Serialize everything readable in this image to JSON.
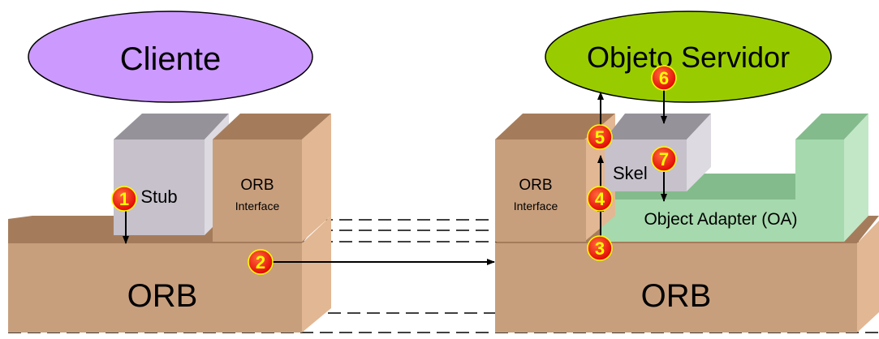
{
  "labels": {
    "client": "Cliente",
    "server": "Objeto Servidor",
    "stub": "Stub",
    "skeleton": "Skel",
    "orb_interface_title": "ORB",
    "orb_interface_sub": "Interface",
    "object_adapter": "Object Adapter (OA)",
    "orb": "ORB"
  },
  "steps": [
    "1",
    "2",
    "3",
    "4",
    "5",
    "6",
    "7"
  ],
  "colors": {
    "client_ellipse": "#cc99ff",
    "server_ellipse": "#99cc00",
    "orb_front": "#c89f7d",
    "orb_top": "#a57c5b",
    "orb_side": "#e2b793",
    "stub_front": "#c6c1cb",
    "stub_top": "#96929a",
    "stub_side": "#dddae1",
    "oa_front": "#a6d9ad",
    "oa_top": "#84bb8c",
    "badge_fill": "#ff0000",
    "badge_text": "#ffff00"
  }
}
